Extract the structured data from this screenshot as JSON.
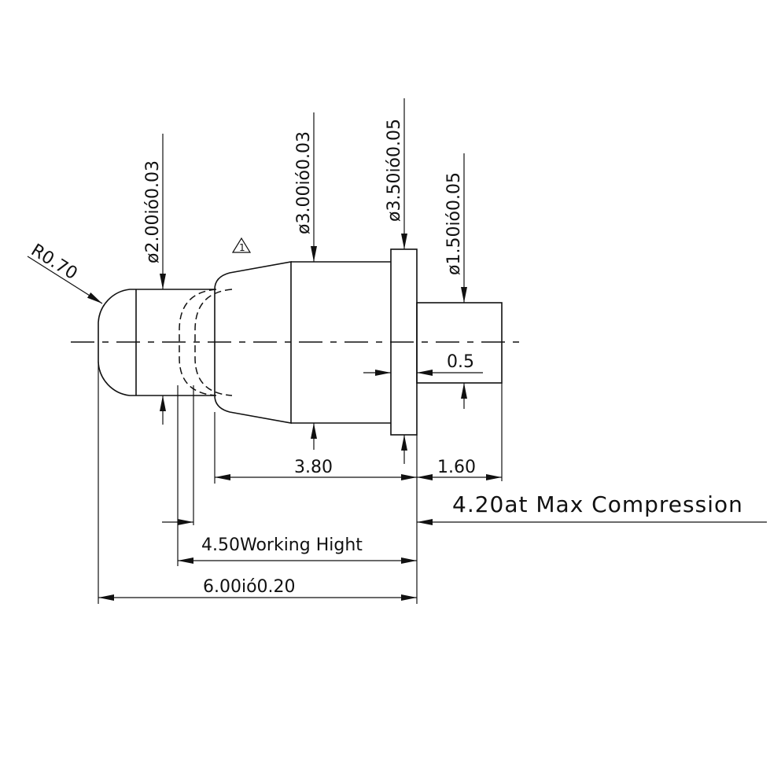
{
  "drawing": {
    "type": "pogo-pin dimension drawing",
    "colors": {
      "line": "#111111",
      "background": "#ffffff"
    },
    "labels": {
      "tip_radius": "R0.70",
      "plunger_diameter": "ø2.00ió0.03",
      "barrel_diameter": "ø3.00ió0.03",
      "flange_diameter": "ø3.50ió0.05",
      "tail_diameter": "ø1.50ió0.05",
      "flange_thickness": "0.5",
      "barrel_length": "3.80",
      "tail_length": "1.60",
      "max_compression": "4.20at Max Compression",
      "working_height": "4.50Working Hight",
      "overall_length": "6.00ió0.20",
      "revision_mark": "1"
    }
  }
}
